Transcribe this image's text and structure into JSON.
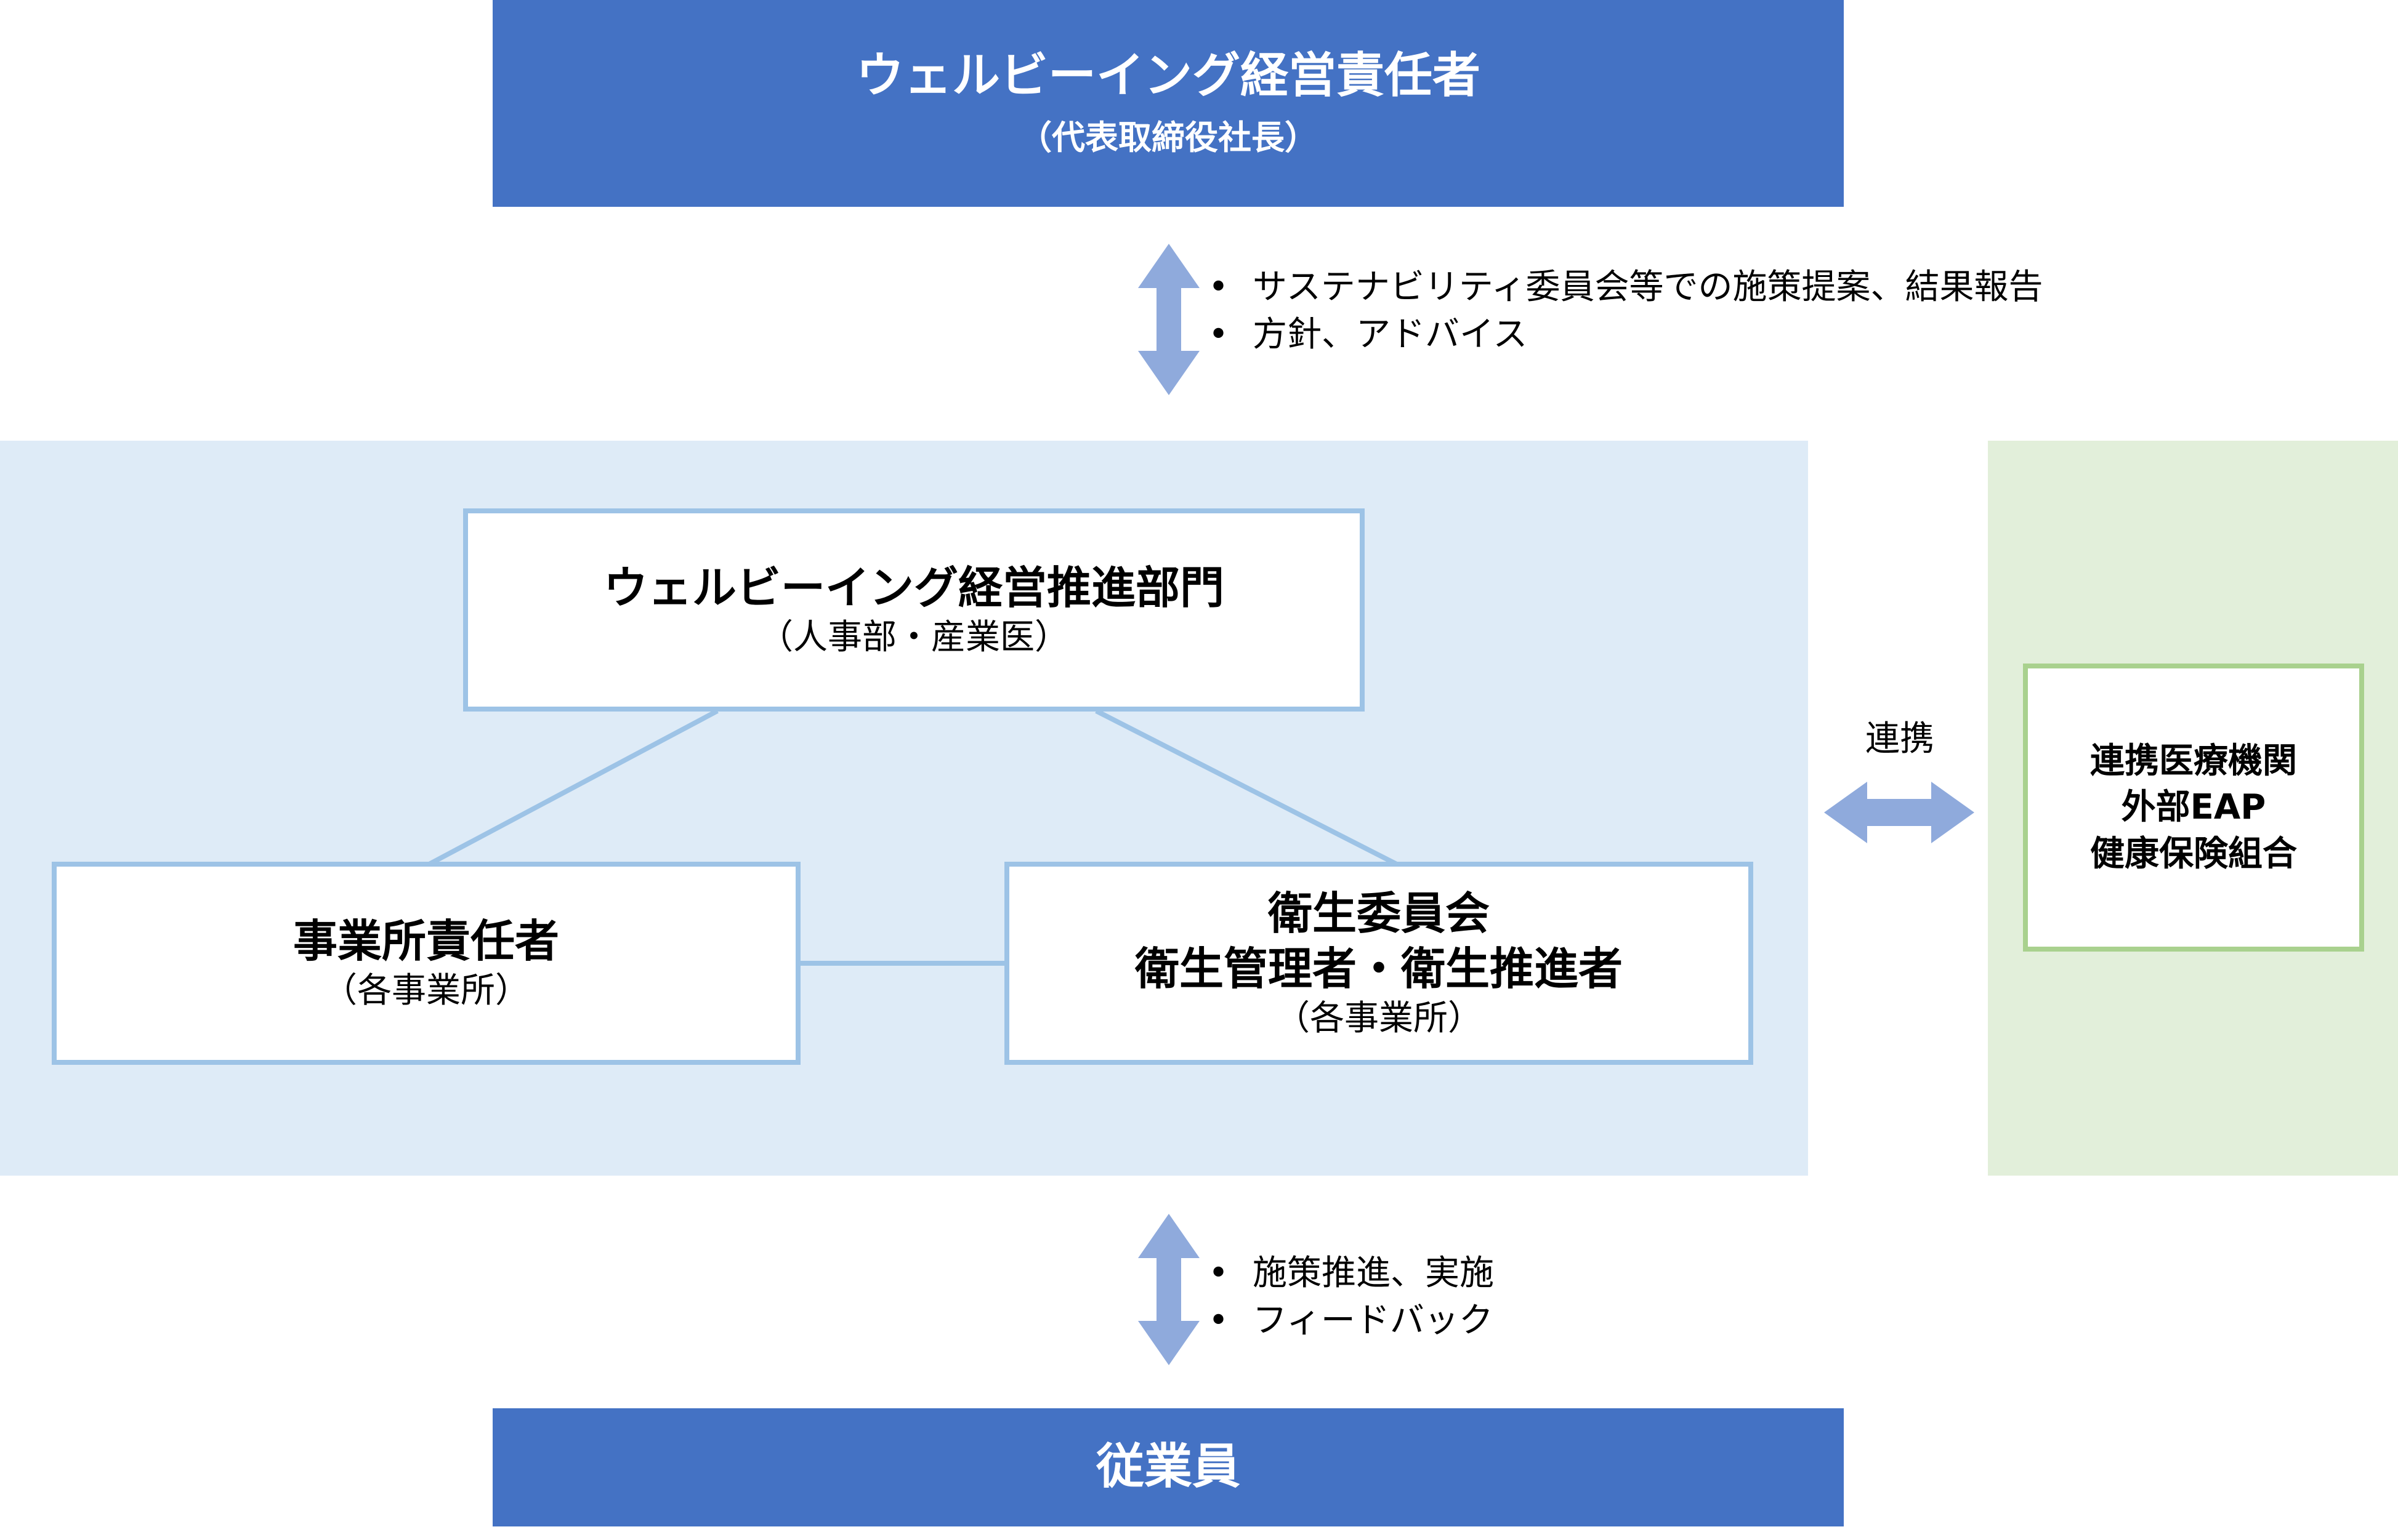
{
  "top_bar": {
    "title": "ウェルビーイング経営責任者",
    "subtitle": "（代表取締役社長）"
  },
  "top_notes": [
    "サステナビリティ委員会等での施策提案、結果報告",
    "方針、アドバイス"
  ],
  "promotion_dept": {
    "title": "ウェルビーイング経営推進部門",
    "subtitle": "（人事部・産業医）"
  },
  "site_manager": {
    "title": "事業所責任者",
    "subtitle": "（各事業所）"
  },
  "health_committee": {
    "title_line1": "衛生委員会",
    "title_line2": "衛生管理者・衛生推進者",
    "subtitle": "（各事業所）"
  },
  "link_label": "連携",
  "external": {
    "line1": "連携医療機関",
    "line2": "外部EAP",
    "line3": "健康保険組合"
  },
  "bottom_notes": [
    "施策推進、実施",
    "フィードバック"
  ],
  "bottom_bar": {
    "title": "従業員"
  },
  "bullet_char": "•",
  "colors": {
    "bar": "#4472c4",
    "panel_blue": "#deebf7",
    "panel_green": "#e2efda",
    "box_border_blue": "#9dc3e6",
    "box_border_green": "#a9d18e",
    "arrow": "#8faadc"
  }
}
